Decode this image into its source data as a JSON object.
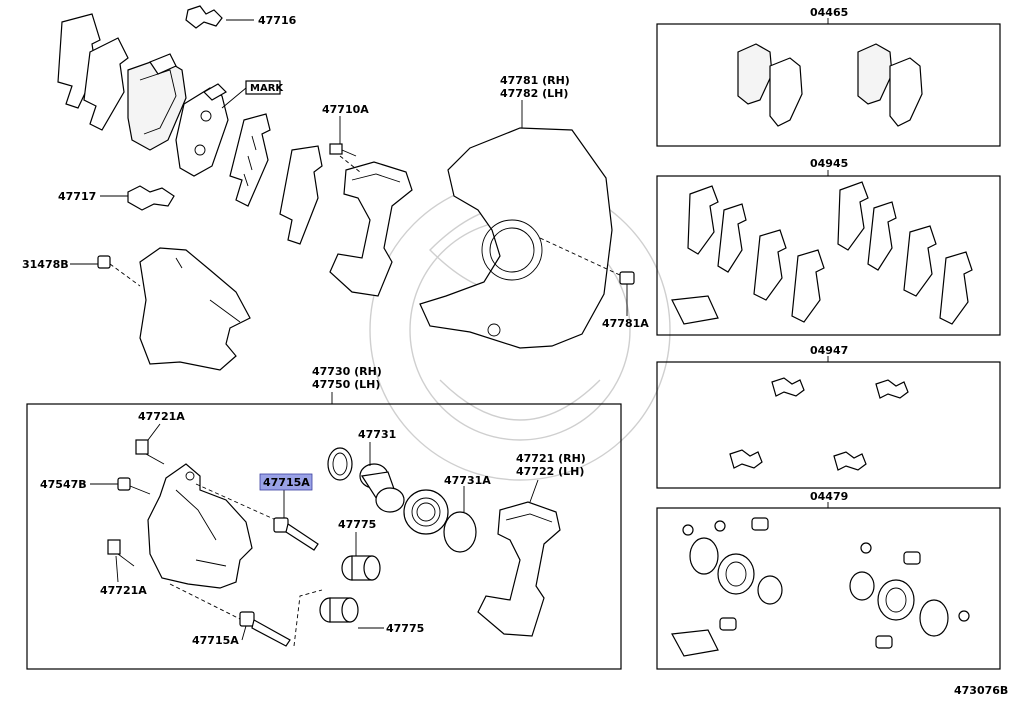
{
  "part_numbers": {
    "p47716": "47716",
    "mark": "MARK",
    "p47710a": "47710A",
    "p47781": "47781 (RH)",
    "p47782": "47782 (LH)",
    "p47717": "47717",
    "p31478b": "31478B",
    "p47781a": "47781A",
    "p47730": "47730 (RH)",
    "p47750": "47750 (LH)",
    "p47721a_top": "47721A",
    "p47547b": "47547B",
    "p47715a_hl": "47715A",
    "p47731": "47731",
    "p47731a": "47731A",
    "p47721": "47721 (RH)",
    "p47722": "47722 (LH)",
    "p47775_upper": "47775",
    "p47721a_bottom": "47721A",
    "p47715a_bottom": "47715A",
    "p47775_lower": "47775"
  },
  "kits": {
    "k04465": "04465",
    "k04945": "04945",
    "k04947": "04947",
    "k04479": "04479"
  },
  "diagram_id": "473076B",
  "highlight_color": "#9aa2e6"
}
